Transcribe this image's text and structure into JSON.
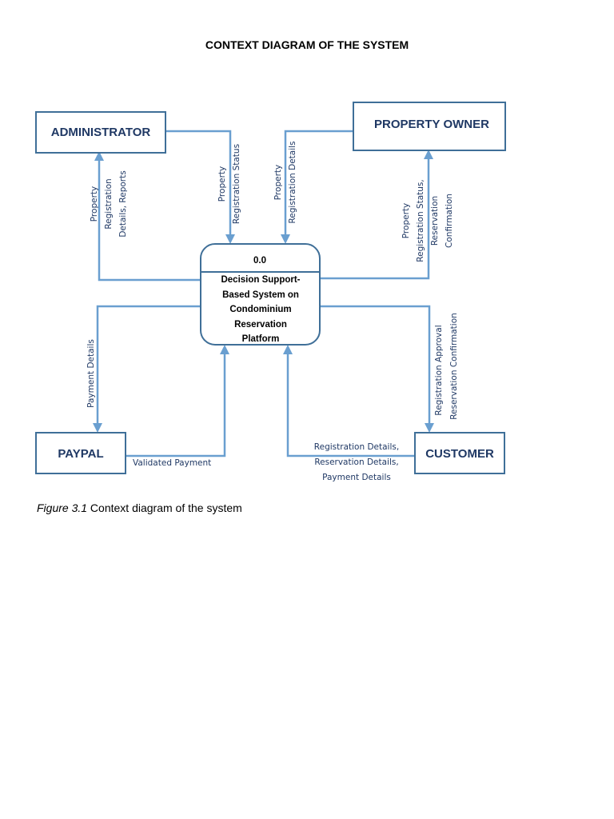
{
  "title": "CONTEXT DIAGRAM OF THE SYSTEM",
  "entities": {
    "administrator": "ADMINISTRATOR",
    "property_owner": "PROPERTY OWNER",
    "paypal": "PAYPAL",
    "customer": "CUSTOMER"
  },
  "process": {
    "id": "0.0",
    "lines": [
      "Decision Support-",
      "Based System on",
      "Condominium",
      "Reservation",
      "Platform"
    ]
  },
  "flows": {
    "admin_in": [
      "Property",
      "Registration",
      "Details, Reports"
    ],
    "admin_out": [
      "Property",
      "Registration Status"
    ],
    "owner_out": [
      "Property",
      "Registration Details"
    ],
    "owner_in": [
      "Property",
      "Registration Status,",
      "Reservation",
      "Confirmation"
    ],
    "paypal_in": [
      "Payment Details"
    ],
    "paypal_out": [
      "Validated Payment"
    ],
    "customer_in": [
      "Registration Approval",
      "Reservation Confirmation"
    ],
    "customer_out": [
      "Registration Details,",
      "Reservation Details,",
      "Payment Details"
    ]
  },
  "caption": {
    "figure": "Figure 3.1",
    "text": " Context diagram of the system"
  },
  "colors": {
    "entity_border": "#3f6f98",
    "entity_text": "#1f3864",
    "flow_line": "#6a9fd0"
  }
}
